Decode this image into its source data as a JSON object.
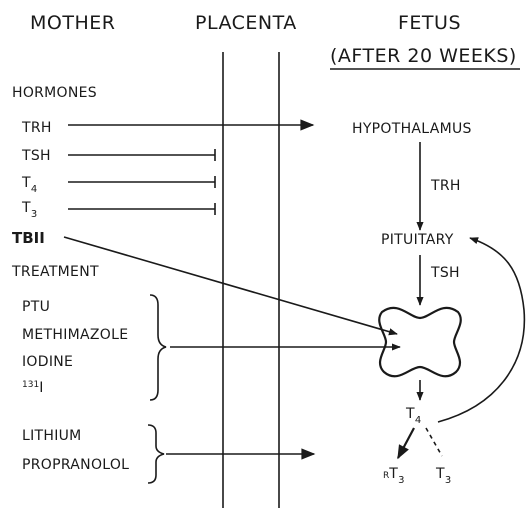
{
  "headers": {
    "mother": "MOTHER",
    "placenta": "PLACENTA",
    "fetus": "FETUS",
    "fetus_note": "(AFTER 20 WEEKS)"
  },
  "mother": {
    "hormones_heading": "HORMONES",
    "hormones": {
      "trh": "TRH",
      "tsh": "TSH",
      "t4_main": "T",
      "t4_sub": "4",
      "t3_main": "T",
      "t3_sub": "3",
      "tbii": "TBII"
    },
    "treatment_heading": "TREATMENT",
    "drugs_group1": [
      "PTU",
      "METHIMAZOLE",
      "IODINE"
    ],
    "iodine_isotope": {
      "mass": "131",
      "symbol": "I"
    },
    "drugs_group2": [
      "LITHIUM",
      "PROPRANOLOL"
    ]
  },
  "fetus": {
    "hypothalamus": "HYPOTHALAMUS",
    "trh": "TRH",
    "pituitary": "PITUITARY",
    "tsh": "TSH",
    "t4_main": "T",
    "t4_sub": "4",
    "rt3_prefix": "R",
    "rt3_main": "T",
    "rt3_sub": "3",
    "t3_main": "T",
    "t3_sub": "3"
  }
}
